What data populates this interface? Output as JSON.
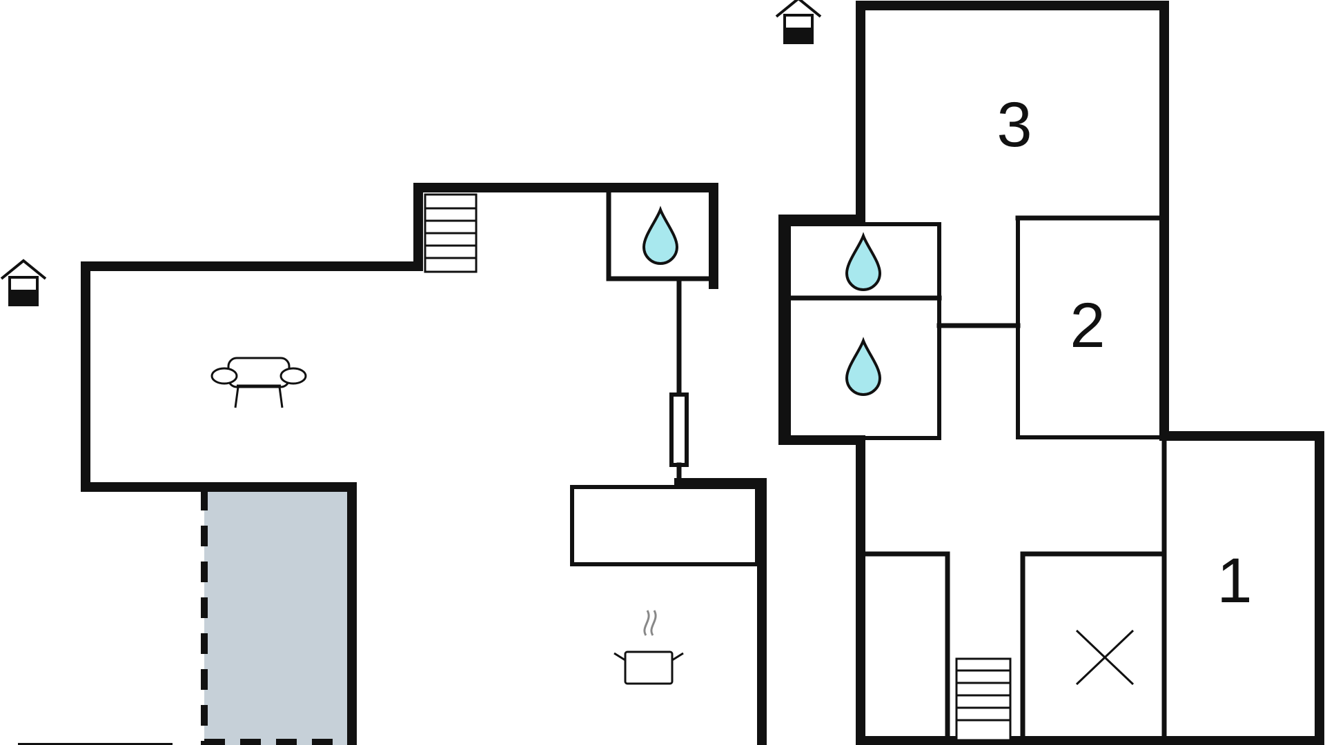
{
  "floorplan": {
    "rooms": [
      {
        "id": "bedroom-1",
        "label": "1"
      },
      {
        "id": "bedroom-2",
        "label": "2"
      },
      {
        "id": "bedroom-3",
        "label": "3"
      }
    ],
    "icons": [
      "entrance-house-icon",
      "entrance-house-icon",
      "water-drop-icon",
      "water-drop-icon",
      "water-drop-icon",
      "sofa-icon",
      "cooking-pot-icon",
      "staircase-icon",
      "staircase-icon",
      "cross-mark-icon"
    ],
    "colors": {
      "wall": "#111111",
      "terrace": "#c6d0d8",
      "water_drop": "#a8e8ee"
    }
  }
}
